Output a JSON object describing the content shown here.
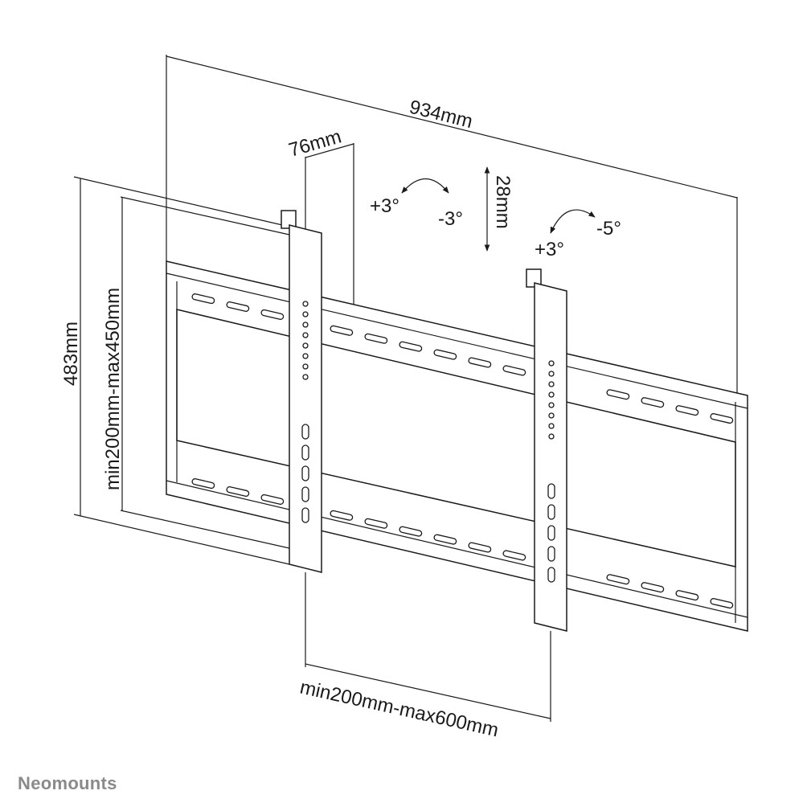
{
  "diagram": {
    "dimensions": {
      "overall_width": "934mm",
      "upright_depth": "76mm",
      "vertical_adjust": "28mm",
      "overall_height": "483mm",
      "vertical_hole_range": "min200mm-max450mm",
      "horizontal_upright_range": "min200mm-max600mm"
    },
    "tilt_left": {
      "plus": "+3°",
      "minus": "-3°"
    },
    "tilt_right": {
      "plus": "+3°",
      "minus": "-5°"
    }
  },
  "brand": {
    "logo_text": "Neomounts"
  }
}
